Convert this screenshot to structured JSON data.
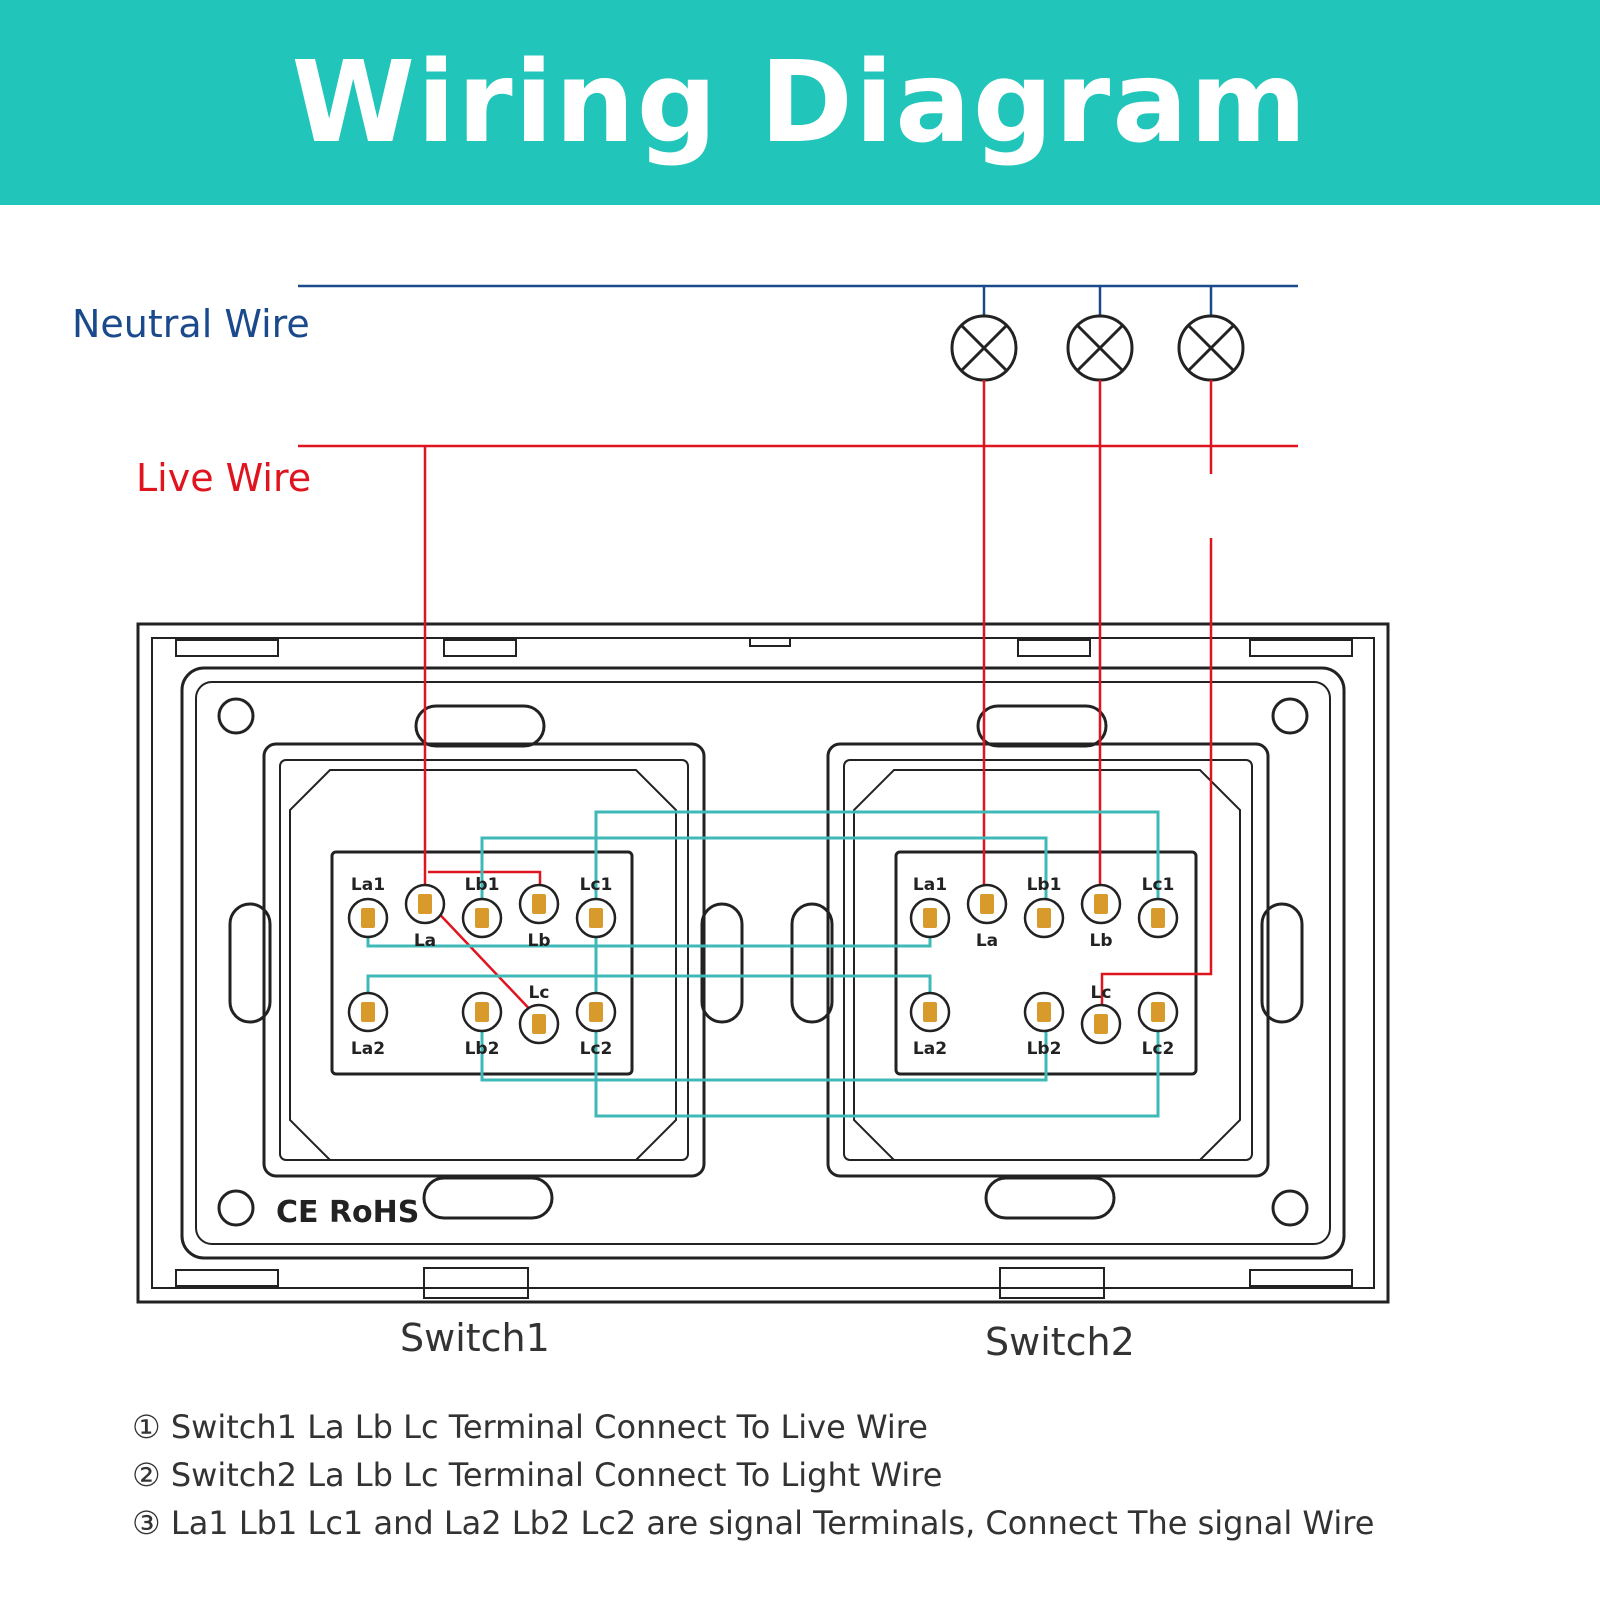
{
  "title": "Wiring Diagram",
  "wires": {
    "neutral_label": "Neutral Wire",
    "live_label": "Live Wire"
  },
  "switches": {
    "switch1_label": "Switch1",
    "switch2_label": "Switch2",
    "terminals": {
      "la1": "La1",
      "la": "La",
      "lb1": "Lb1",
      "lb": "Lb",
      "lc1": "Lc1",
      "lc": "Lc",
      "la2": "La2",
      "lb2": "Lb2",
      "lc2": "Lc2"
    }
  },
  "certification": "CE RoHS",
  "notes": [
    "① Switch1 La Lb Lc Terminal Connect To Live Wire",
    "② Switch2 La Lb Lc Terminal Connect To Light Wire",
    "③ La1 Lb1 Lc1 and La2 Lb2 Lc2 are signal Terminals, Connect The signal Wire"
  ],
  "colors": {
    "banner": "#22c5b9",
    "neutral": "#1b4a8c",
    "live": "#e0141e",
    "signal": "#3fb8b8",
    "terminal": "#d89a2a"
  }
}
